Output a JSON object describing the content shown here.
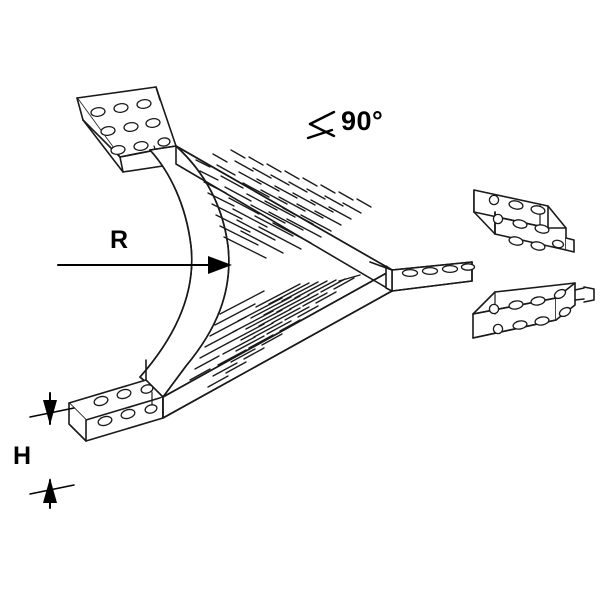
{
  "diagram": {
    "title": "Cable tray tee bend technical drawing",
    "labels": {
      "angle": "90°",
      "angle_symbol": "angle-symbol",
      "radius": "R",
      "height": "H"
    },
    "colors": {
      "line": "#1a1a1a",
      "fill": "#ffffff",
      "background": "#ffffff"
    },
    "annotations": [
      {
        "name": "radius-arrow",
        "text": "R",
        "description": "horizontal arrow pointing right to bend inner radius"
      },
      {
        "name": "height-dimension",
        "text": "H",
        "description": "vertical double arrow showing side rail height"
      },
      {
        "name": "angle-callout",
        "text": "90°",
        "description": "angle symbol with 90 degrees"
      }
    ]
  }
}
